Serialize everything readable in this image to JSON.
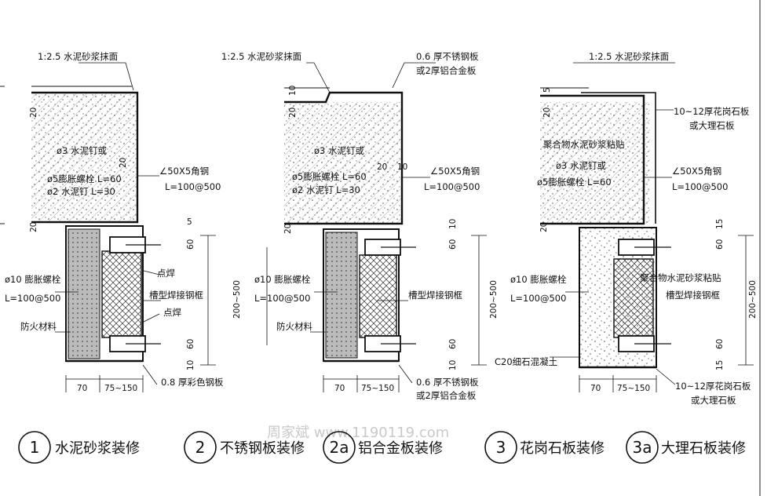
{
  "details": [
    {
      "labels": {
        "top_finish": "1:2.5 水泥砂浆抹面",
        "anchor1": "ø3 水泥钉或",
        "anchor2": "ø5膨胀螺栓 L=60",
        "anchor3": "ø2 水泥钉 L=30",
        "angle_steel1": "∠50X5角钢",
        "angle_steel2": "L=100@500",
        "spot_weld_1": "点焊",
        "spot_weld_2": "点焊",
        "bolt1": "ø10 膨胀螺栓",
        "bolt2": "L=100@500",
        "channel_frame": "槽型焊接钢框",
        "fireproof": "防火材料",
        "bottom_plate": "0.8 厚彩色钢板"
      },
      "dims": {
        "d20a": "20",
        "d20b": "20",
        "d20c": "20",
        "d5": "5",
        "d60a": "60",
        "d200": "200~500",
        "d60b": "60",
        "d10": "10",
        "d70": "70",
        "d75": "75~150"
      }
    },
    {
      "labels": {
        "top_finish": "1:2.5 水泥砂浆抹面",
        "plate1": "0.6 厚不锈钢板",
        "plate2": "或2厚铝合金板",
        "anchor1": "ø3 水泥钉或",
        "anchor2": "ø5膨胀螺栓 L=60",
        "anchor3": "ø2 水泥钉 L=30",
        "angle_steel1": "∠50X5角钢",
        "angle_steel2": "L=100@500",
        "bolt1": "ø10 膨胀螺栓",
        "bolt2": "L=100@500",
        "channel_frame": "槽型焊接钢框",
        "fireproof": "防火材料",
        "bottom_plate1": "0.6 厚不锈钢板",
        "bottom_plate2": "或2厚铝合金板"
      },
      "dims": {
        "d10a": "10",
        "d20a": "20",
        "d20b": "20",
        "d10b": "10",
        "d20c": "20",
        "d10c": "10",
        "d60a": "60",
        "d200": "200~500",
        "d60b": "60",
        "d10d": "10",
        "d70": "70",
        "d75": "75~150"
      }
    },
    {
      "labels": {
        "top_finish": "1:2.5 水泥砂浆抹面",
        "stone1": "10~12厚花岗石板",
        "stone2": "或大理石板",
        "mortar": "聚合物水泥砂浆粘贴",
        "anchor1": "ø3 水泥钉或",
        "anchor2": "ø5膨胀螺栓 L=60",
        "angle_steel1": "∠50X5角钢",
        "angle_steel2": "L=100@500",
        "bolt1": "ø10 膨胀螺栓",
        "bolt2": "L=100@500",
        "mortar2": "聚合物水泥砂浆粘贴",
        "channel_frame": "槽型焊接钢框",
        "concrete": "C20细石混凝土",
        "bottom_stone1": "10~12厚花岗石板",
        "bottom_stone2": "或大理石板"
      },
      "dims": {
        "d5": "5",
        "d20a": "20",
        "d20b": "20",
        "d15a": "15",
        "d60a": "60",
        "d200": "200~500",
        "d60b": "60",
        "d15b": "15",
        "d70": "70",
        "d75": "75~150"
      }
    }
  ],
  "captions": [
    {
      "num": "1",
      "text": "水泥砂浆装修"
    },
    {
      "num": "2",
      "text": "不锈钢板装修"
    },
    {
      "num": "2a",
      "text": "铝合金板装修"
    },
    {
      "num": "3",
      "text": "花岗石板装修"
    },
    {
      "num": "3a",
      "text": "大理石板装修"
    }
  ],
  "watermark": "周家斌 www.1190119.com",
  "colors": {
    "ink": "#111111",
    "watermark": "#c9c9c9"
  }
}
